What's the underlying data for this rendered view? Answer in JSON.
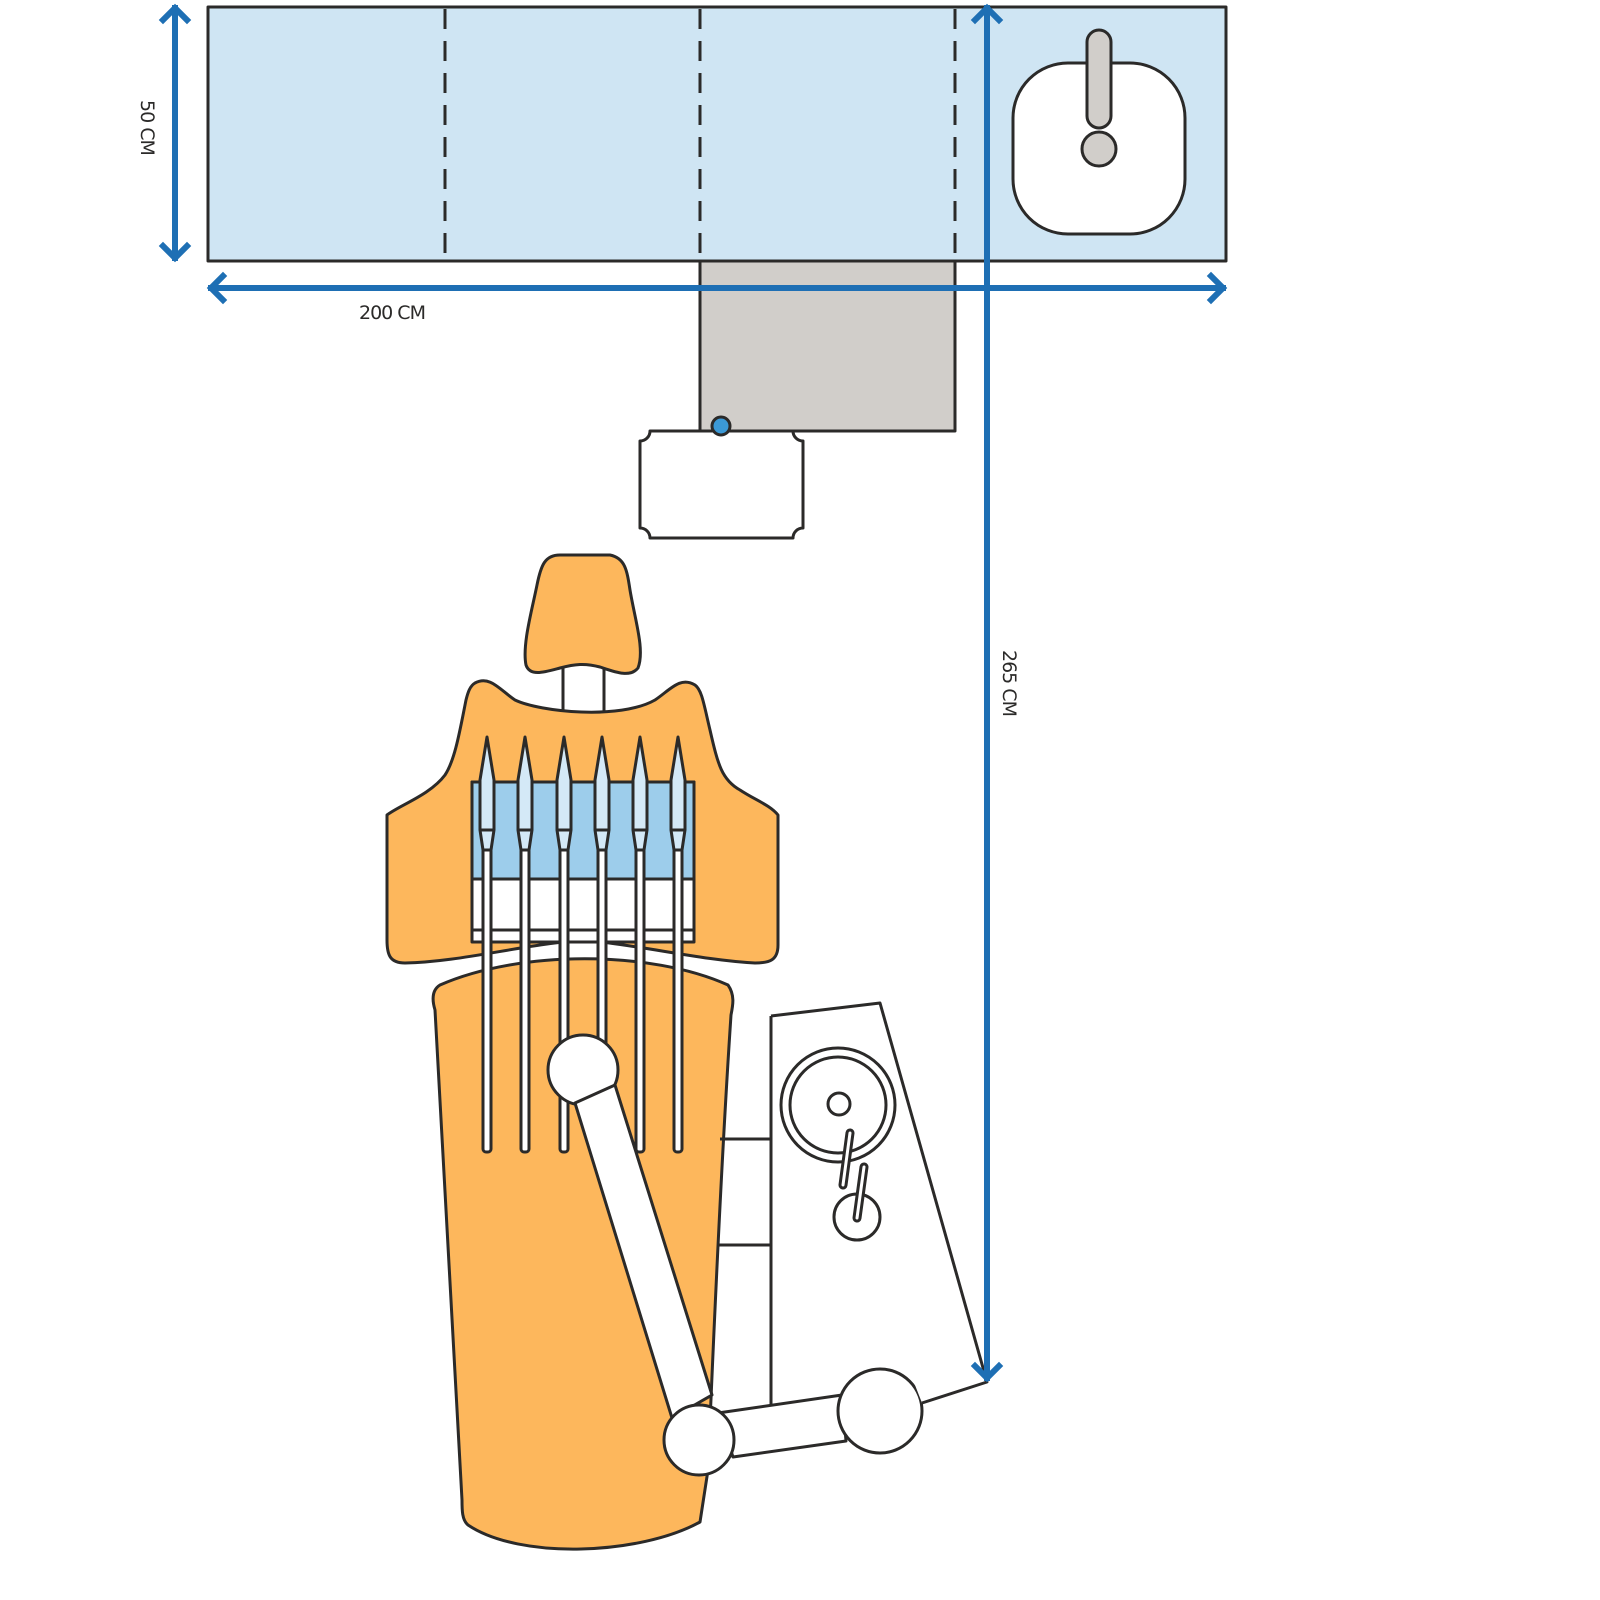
{
  "dimensions": {
    "depth_label": "50 CM",
    "width_label": "200 CM",
    "length_label": "265 CM"
  },
  "colors": {
    "counter": "#cfe5f3",
    "gray_unit": "#d1ceca",
    "chair": "#fdb75c",
    "arrow": "#1e6fb4",
    "tray": "#9dcdeb",
    "outline": "#2b2a29"
  }
}
